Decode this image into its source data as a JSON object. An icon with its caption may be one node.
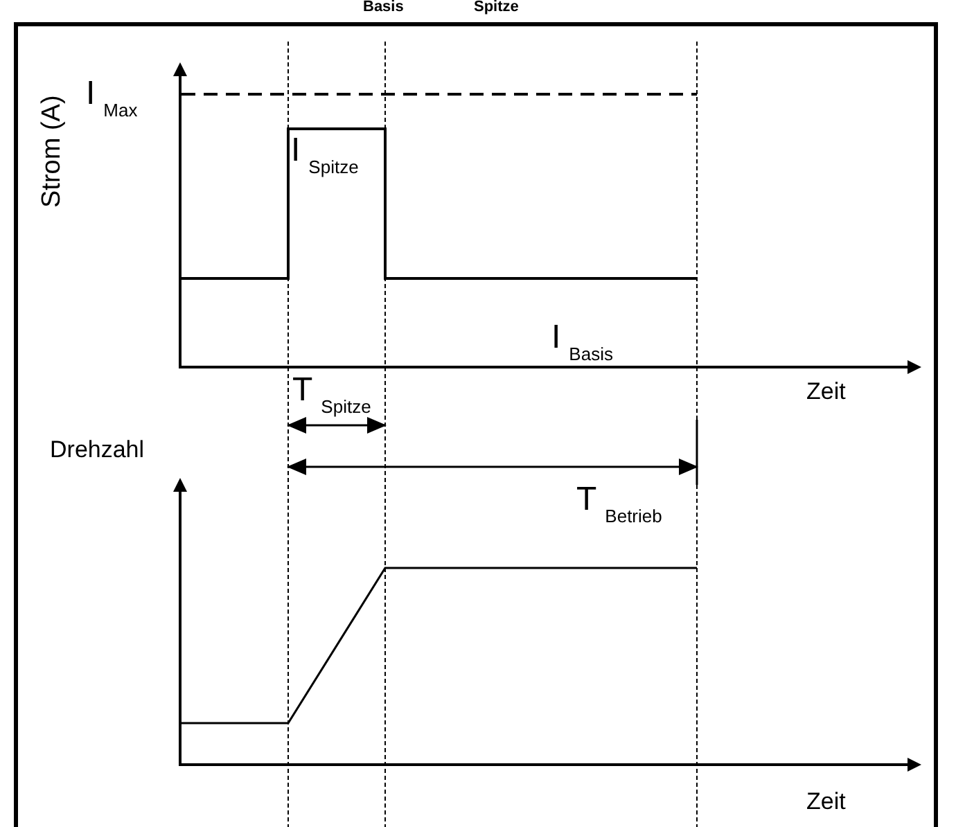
{
  "diagram": {
    "labels": [
      "Basis",
      "Spitze",
      "I$_{Max}$",
      "Strom (A)",
      "I$_{Spitze}$",
      "I$_{Basis}$",
      "T$_{Spitze}$",
      "Zeit",
      "Drehzahl",
      "T$_{Betrieb}$",
      "Zeit"
    ]
  }
}
